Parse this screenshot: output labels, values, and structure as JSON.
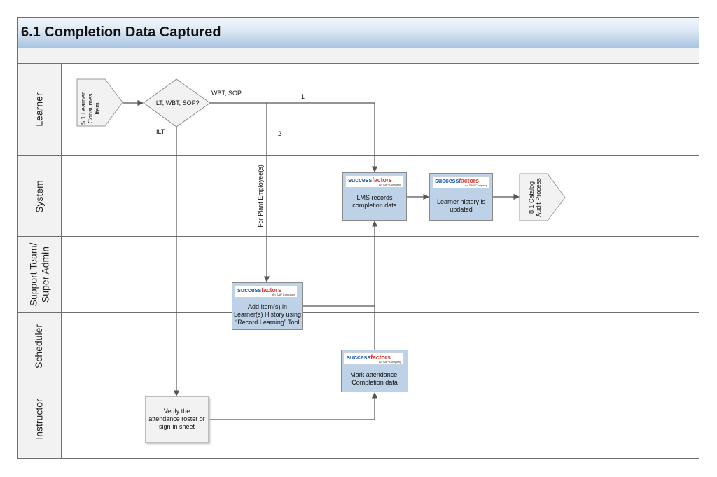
{
  "title": "6.1 Completion Data Captured",
  "lanes": {
    "learner": "Learner",
    "system": "System",
    "support": "Support Team/\nSuper Admin",
    "scheduler": "Scheduler",
    "instructor": "Instructor"
  },
  "logo": {
    "word1": "success",
    "word2": "factors",
    "sub": "An SAP Company"
  },
  "nodes": {
    "learner_consumes": "5.1 Learner\nConsumes\nItem",
    "decision": "ILT, WBT, SOP?",
    "lms_records": "LMS records\ncompletion data",
    "history_updated": "Learner history is\nupdated",
    "catalog_audit": "8.1 Catalog\nAudit Process",
    "add_items": "Add Item(s) in\nLearner(s) History using\n“Record Learning” Tool",
    "mark_attendance": "Mark attendance,\nCompletion data",
    "verify_roster": "Verify the\nattendance roster or\nsign-in sheet"
  },
  "edge_labels": {
    "wbt_sop": "WBT, SOP",
    "path_1": "1",
    "path_2": "2",
    "ilt": "ILT",
    "plant_employee": "For Plant Employee(s)"
  },
  "colors": {
    "sf_box": "#bdd2e6",
    "lane_header": "#f2f2f2",
    "line": "#555555",
    "logo_blue": "#1f5fae",
    "logo_red": "#e03b2f"
  }
}
